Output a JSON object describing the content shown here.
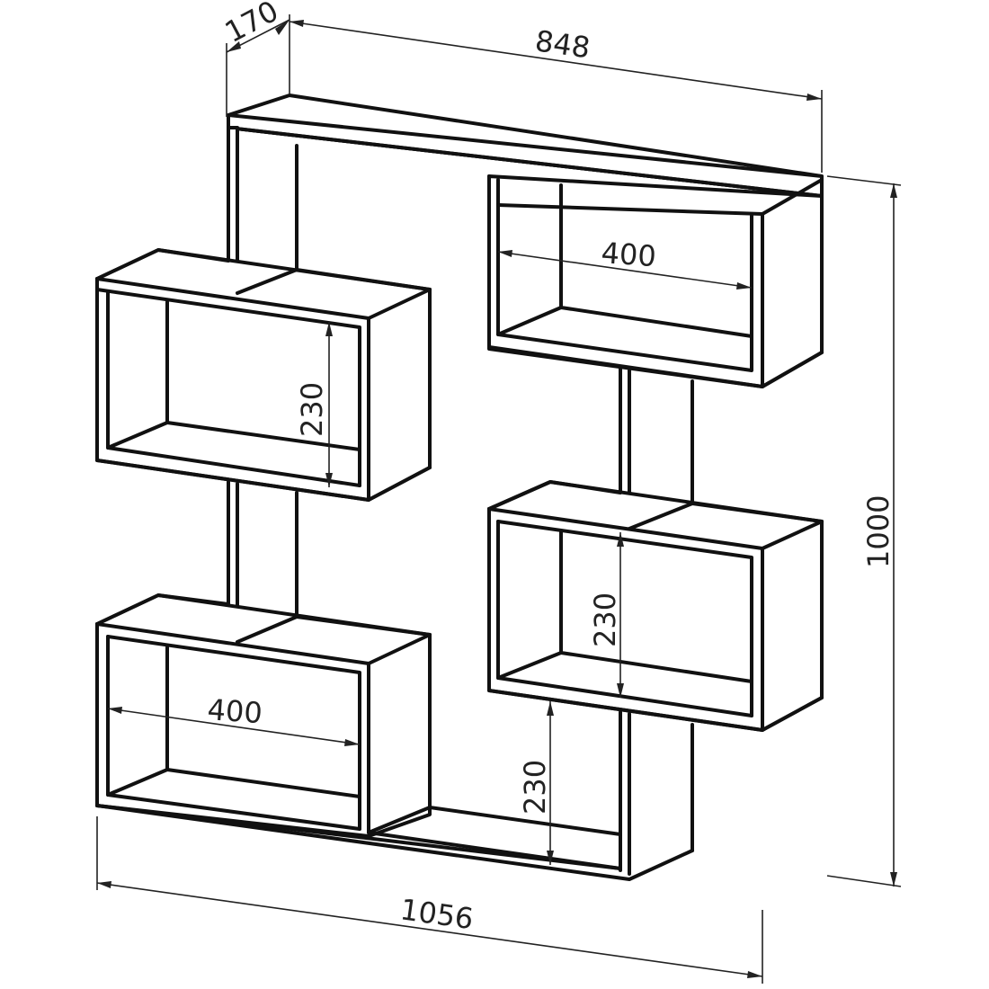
{
  "dimensions": {
    "depth": "170",
    "top_width": "848",
    "height": "1000",
    "bottom_width": "1056",
    "box_width_upper_right": "400",
    "box_height_upper_left": "230",
    "box_height_lower_right": "230",
    "box_width_lower_left": "400",
    "gap_height_bottom": "230"
  }
}
